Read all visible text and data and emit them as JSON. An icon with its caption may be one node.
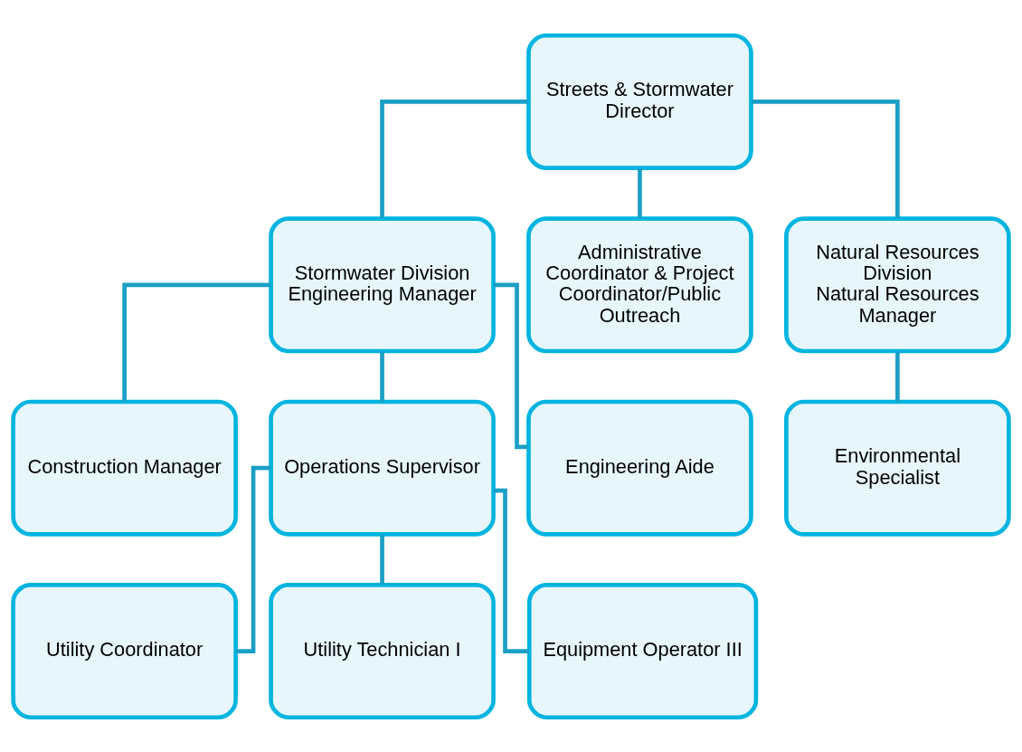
{
  "diagram": {
    "nodes": [
      {
        "text": [
          "Streets & Stormwater Director"
        ]
      },
      {
        "text": [
          "Stormwater Division",
          "Engineering Manager"
        ]
      },
      {
        "text": [
          "Administrative Coordinator & Project Coordinator/Public Outreach"
        ]
      },
      {
        "text": [
          "Natural Resources Division",
          "Natural Resources Manager"
        ]
      },
      {
        "text": [
          "Construction Manager"
        ]
      },
      {
        "text": [
          "Operations Supervisor"
        ]
      },
      {
        "text": [
          "Engineering Aide"
        ]
      },
      {
        "text": [
          "Environmental Specialist"
        ]
      },
      {
        "text": [
          "Utility Coordinator"
        ]
      },
      {
        "text": [
          "Utility Technician I"
        ]
      },
      {
        "text": [
          "Equipment Operator III"
        ]
      }
    ],
    "edges": [
      {
        "from": 0,
        "to": 1,
        "arrow": "none"
      },
      {
        "from": 0,
        "to": 2,
        "arrow": "none"
      },
      {
        "from": 0,
        "to": 3,
        "arrow": "none"
      },
      {
        "from": 1,
        "to": 4,
        "arrow": "none"
      },
      {
        "from": 1,
        "to": 5,
        "arrow": "none"
      },
      {
        "from": 1,
        "to": 6,
        "arrow": "none"
      },
      {
        "from": 3,
        "to": 7,
        "arrow": "none"
      },
      {
        "from": 5,
        "to": 8,
        "arrow": "none"
      },
      {
        "from": 5,
        "to": 9,
        "arrow": "none"
      },
      {
        "from": 5,
        "to": 10,
        "arrow": "none"
      }
    ]
  }
}
